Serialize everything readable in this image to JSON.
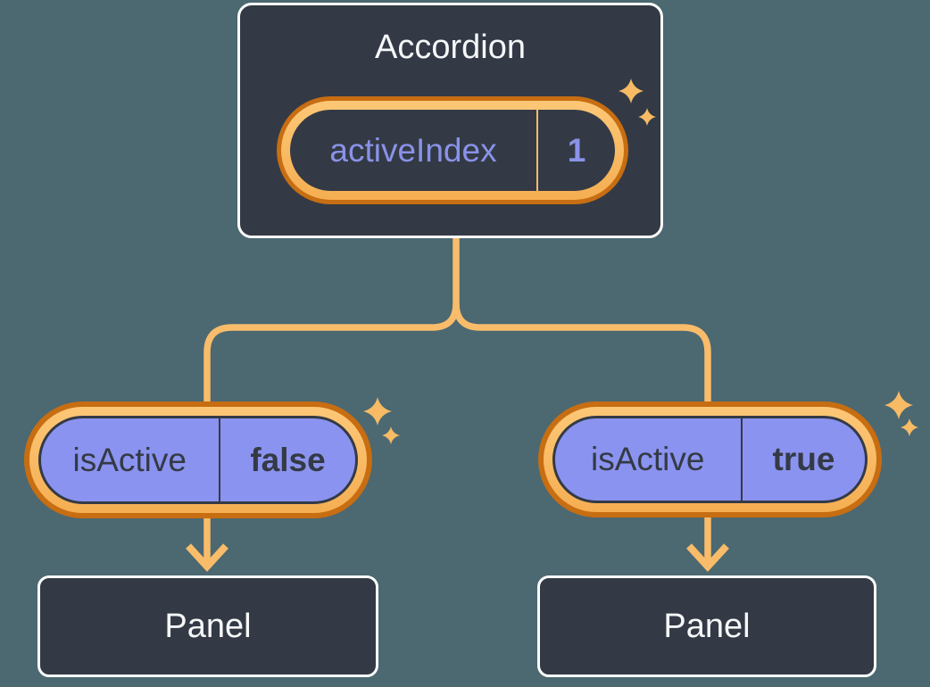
{
  "colors": {
    "background": "#4c6871",
    "node_fill": "#333a45",
    "node_border": "#ffffff",
    "pill_purple_fill": "#8b93f0",
    "purple_text": "#8a92e9",
    "dark_text": "#343a45",
    "orange_ring_dark": "#c76d12",
    "orange_ring_light": "#fabd68",
    "connector_line": "#f9bc6a",
    "sparkle": "#f6bb64",
    "white_text": "#f6f7f9"
  },
  "icons": {
    "sparkle": "sparkle-icon",
    "down_arrow": "down-arrow-icon"
  },
  "diagram": {
    "root": {
      "title": "Accordion",
      "state": {
        "name": "activeIndex",
        "value": "1"
      }
    },
    "children": [
      {
        "prop": {
          "name": "isActive",
          "value": "false"
        },
        "panel": {
          "title": "Panel"
        }
      },
      {
        "prop": {
          "name": "isActive",
          "value": "true"
        },
        "panel": {
          "title": "Panel"
        }
      }
    ]
  }
}
